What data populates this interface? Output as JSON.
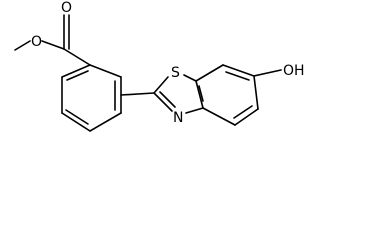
{
  "molecule": {
    "atoms": {
      "carbonyl_oxygen": "O",
      "ester_oxygen": "O",
      "ring_sulfur": "S",
      "ring_nitrogen": "N",
      "hydroxyl": "OH"
    }
  },
  "colors": {
    "bond": "#000000",
    "label": "#000000",
    "background": "#ffffff"
  }
}
